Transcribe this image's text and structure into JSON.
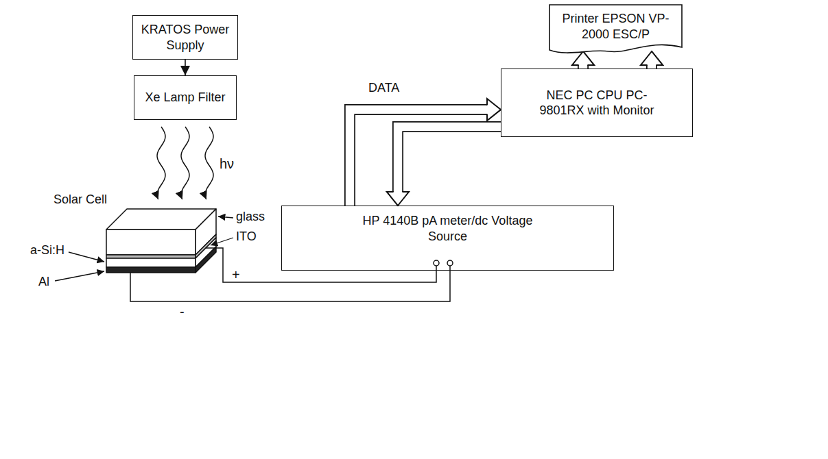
{
  "diagram": {
    "nodes": [
      {
        "text": [
          "KRATOS Power Supply"
        ]
      },
      {
        "text": [
          "Xe Lamp Filter"
        ]
      },
      {
        "text": [
          "Printer EPSON VP-2000 ESC/P"
        ]
      },
      {
        "text": [
          "NEC PC CPU PC-9801RX with Monitor"
        ]
      },
      {
        "text": [
          "HP 4140B pA meter/dc Voltage Source"
        ]
      }
    ],
    "edges": [
      {
        "from": 0,
        "to": 1,
        "arrow": "to"
      },
      {
        "from": 3,
        "to": 2,
        "arrow": "to"
      },
      {
        "from": 4,
        "to": 3,
        "label": "DATA",
        "arrow": "to"
      },
      {
        "from": 3,
        "to": 4,
        "arrow": "to"
      }
    ],
    "labels": [
      "hν",
      "Solar Cell",
      "glass",
      "ITO",
      "a-Si:H",
      "Al",
      "+",
      "-"
    ]
  }
}
